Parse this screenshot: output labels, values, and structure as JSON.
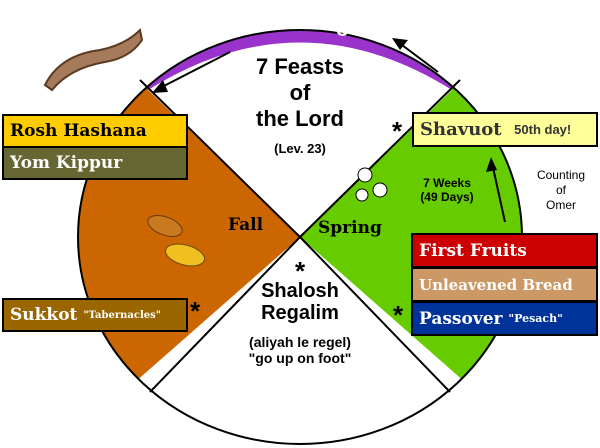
{
  "title": {
    "line1": "7 Feasts",
    "line2": "of",
    "line3": "the Lord",
    "ref": "(Lev. 23)"
  },
  "arc_label": "Church Age",
  "sectors": {
    "fall": "Fall",
    "spring": "Spring"
  },
  "center_bottom": {
    "star": "*",
    "line1": "Shalosh",
    "line2": "Regalim",
    "sub1": "(aliyah le regel)",
    "sub2": "\"go up on foot\""
  },
  "weeks": {
    "line1": "7 Weeks",
    "line2": "(49 Days)"
  },
  "omer": {
    "line1": "Counting",
    "line2": "of",
    "line3": "Omer"
  },
  "feasts": {
    "rosh_hashana": "Rosh Hashana",
    "yom_kippur": "Yom Kippur",
    "sukkot": "Sukkot",
    "sukkot_sub": "\"Tabernacles\"",
    "shavuot": "Shavuot",
    "shavuot_note": "50th day!",
    "first_fruits": "First Fruits",
    "unleavened": "Unleavened Bread",
    "passover": "Passover",
    "passover_sub": "\"Pesach\""
  },
  "stars": {
    "s": "*"
  },
  "colors": {
    "fall": "#cc6600",
    "spring": "#66cc00",
    "church": "#9933cc",
    "rosh": "#ffcc00",
    "yom": "#666633",
    "sukkot": "#996600",
    "shavuot": "#ffff99",
    "first": "#cc0000",
    "unleavened": "#cc9966",
    "passover": "#003399"
  }
}
